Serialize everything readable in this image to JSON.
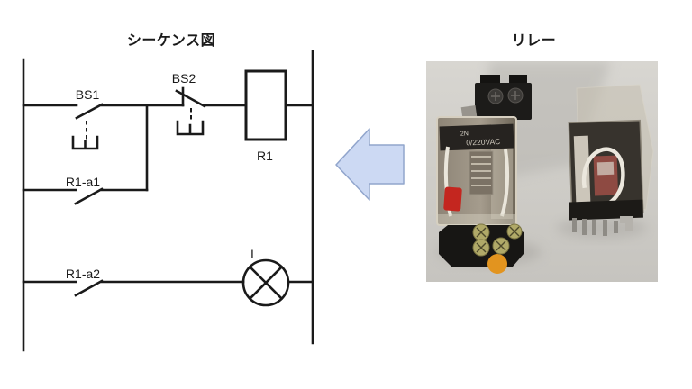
{
  "left_panel": {
    "title": "シーケンス図",
    "labels": {
      "bs1": "BS1",
      "bs2": "BS2",
      "coil": "R1",
      "contact_a1": "R1-a1",
      "contact_a2": "R1-a2",
      "lamp": "L"
    }
  },
  "right_panel": {
    "title": "リレー",
    "relay_label_line1": "2N",
    "relay_label_line2": "0/220VAC"
  },
  "arrow": {
    "direction": "left",
    "fill": "#ccd9f3",
    "stroke": "#91a5cc"
  },
  "colors": {
    "diagram_line": "#1a1a1a",
    "photo_background": "#d0cec9",
    "relay_red_tab": "#c4261f",
    "socket_knob_orange": "#e2941f"
  }
}
